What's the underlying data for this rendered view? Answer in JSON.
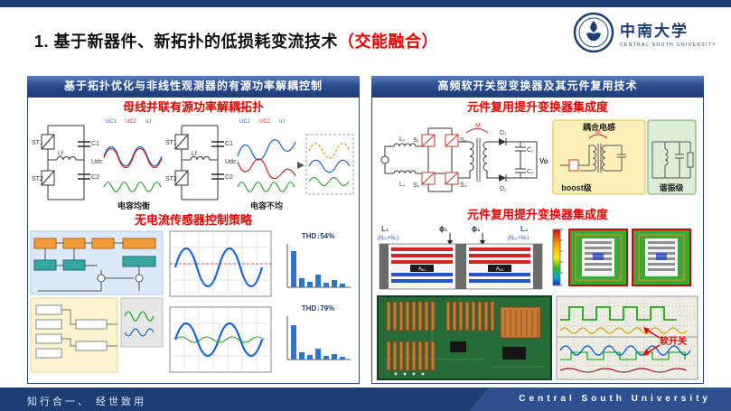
{
  "page": {
    "title_main": "1. 基于新器件、新拓扑的低损耗变流技术",
    "title_highlight": "（交能融合）"
  },
  "logo": {
    "name_cn": "中南大学",
    "name_en": "CENTRAL SOUTH UNIVERSITY"
  },
  "left_panel": {
    "header": "基于拓扑优化与非线性观测器的有源功率解耦控制",
    "topology": {
      "title": "母线并联有源功率解耦拓扑",
      "balanced_label": "电容均衡",
      "unbalanced_label": "电容不均",
      "legend_uc1": "UC1",
      "legend_uc2": "UC2",
      "legend_ilf": "iLf",
      "st1": "ST1",
      "st2": "ST2",
      "lf": "Lf",
      "c1": "C1",
      "c2": "C2",
      "udc": "Udc"
    },
    "control": {
      "title": "无电流传感器控制策略",
      "thd1": "THD↓54%",
      "thd2": "THD↓79%"
    }
  },
  "right_panel": {
    "header": "高频软开关型变换器及其元件复用技术",
    "circuit": {
      "title": "元件复用提升变换器集成度",
      "coupled_inductor": "耦合电感",
      "mutual": "M",
      "boost_stage": "boost级",
      "resonant_stage": "谐振级",
      "s1": "S₁",
      "s2": "S₂",
      "s3": "S₃",
      "s4": "S₄",
      "l1": "L₁",
      "l2": "L₂",
      "d1": "D₁",
      "d2": "D₂",
      "c1": "C₁",
      "c2": "C₂",
      "vo": "Vo"
    },
    "magnetics": {
      "title": "元件复用提升变换器集成度",
      "l1": "L₁",
      "l1_turns": "(Nₚ₁+Nₛ)",
      "l2": "L₂",
      "l2_turns": "(Nₚ₂+Nₛ)",
      "phi1": "ϕ₁",
      "phi2": "ϕ₂",
      "ae1": "Aₑ₁",
      "ae2": "Aₑ₂",
      "soft_switching": "软开关"
    }
  },
  "footer": {
    "motto": "知行合一、 经世致用",
    "university_en": "Central South University"
  }
}
